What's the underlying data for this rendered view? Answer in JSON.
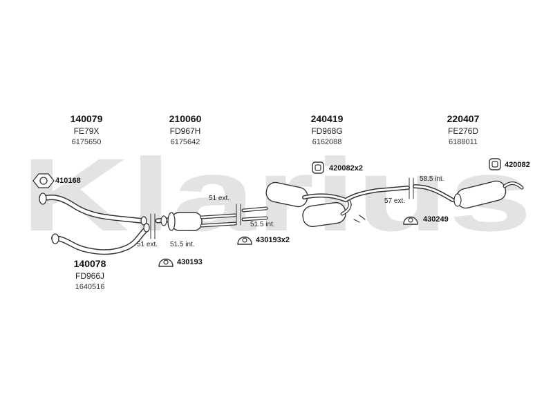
{
  "brand": {
    "watermark": "Klarius",
    "watermark_color": "#e3e3e3"
  },
  "parts": [
    {
      "number": "140079",
      "code": "FE79X",
      "oem": "6175650"
    },
    {
      "number": "210060",
      "code": "FD967H",
      "oem": "6175642"
    },
    {
      "number": "240419",
      "code": "FD968G",
      "oem": "6162088"
    },
    {
      "number": "220407",
      "code": "FE276D",
      "oem": "6188011"
    },
    {
      "number": "140078",
      "code": "FD966J",
      "oem": "1640516"
    }
  ],
  "accessories": {
    "gasket": "410168",
    "mount_a": "430193",
    "mount_b": "430193x2",
    "mount_c": "430249",
    "hanger_a": "420082x2",
    "hanger_b": "420082"
  },
  "notes": {
    "a": "51 ext.",
    "b": "51.5 int.",
    "c": "51 ext.",
    "d": "51.5 int.",
    "e": "58.5 int.",
    "f": "57 ext."
  }
}
